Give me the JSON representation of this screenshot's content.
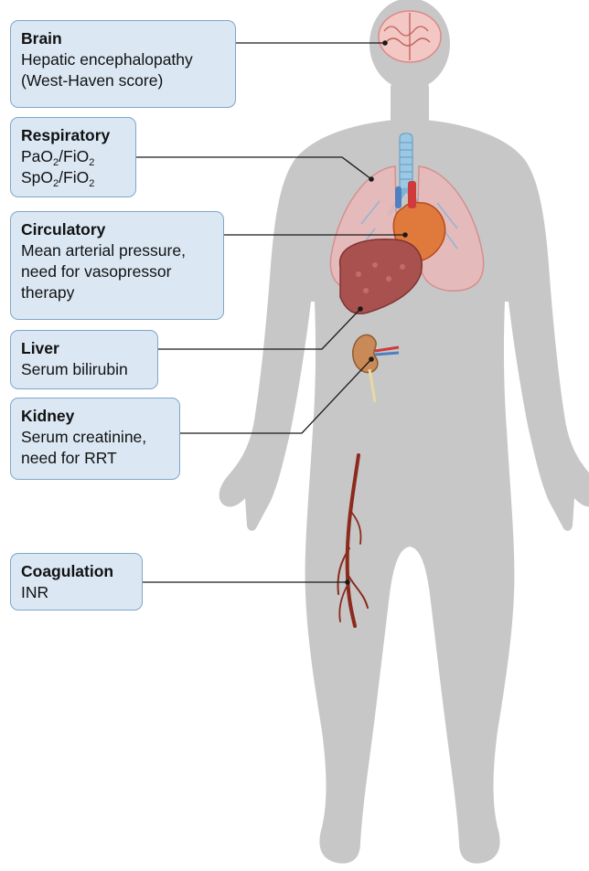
{
  "organs": [
    {
      "id": "brain",
      "title": "Brain",
      "lines": [
        [
          {
            "t": "Hepatic encephalopathy"
          }
        ],
        [
          {
            "t": "(West-Haven score)"
          }
        ]
      ]
    },
    {
      "id": "respiratory",
      "title": "Respiratory",
      "lines": [
        [
          {
            "t": "PaO"
          },
          {
            "sub": "2"
          },
          {
            "t": "/FiO"
          },
          {
            "sub": "2"
          }
        ],
        [
          {
            "t": "SpO"
          },
          {
            "sub": "2"
          },
          {
            "t": "/FiO"
          },
          {
            "sub": "2"
          }
        ]
      ]
    },
    {
      "id": "circulatory",
      "title": "Circulatory",
      "lines": [
        [
          {
            "t": "Mean arterial pressure,"
          }
        ],
        [
          {
            "t": "need for vasopressor"
          }
        ],
        [
          {
            "t": "therapy"
          }
        ]
      ]
    },
    {
      "id": "liver",
      "title": "Liver",
      "lines": [
        [
          {
            "t": "Serum bilirubin"
          }
        ]
      ]
    },
    {
      "id": "kidney",
      "title": "Kidney",
      "lines": [
        [
          {
            "t": "Serum creatinine,"
          }
        ],
        [
          {
            "t": "need for RRT"
          }
        ]
      ]
    },
    {
      "id": "coagulation",
      "title": "Coagulation",
      "lines": [
        [
          {
            "t": "INR"
          }
        ]
      ]
    }
  ],
  "colors": {
    "body_silhouette": "#c7c7c7",
    "box_fill": "#dbe8f4",
    "box_border": "#7fa6c9",
    "leader_line": "#1a1a1a",
    "brain": "#f2c7c4",
    "lungs": "#eab7b7",
    "heart": "#e07a3c",
    "liver": "#a9514f",
    "kidney": "#c98a57",
    "vein": "#8c2a1c",
    "trachea": "#9cc8e4"
  },
  "icons": [
    "brain-illustration",
    "lungs-illustration",
    "heart-illustration",
    "liver-illustration",
    "kidney-illustration",
    "vein-illustration"
  ]
}
